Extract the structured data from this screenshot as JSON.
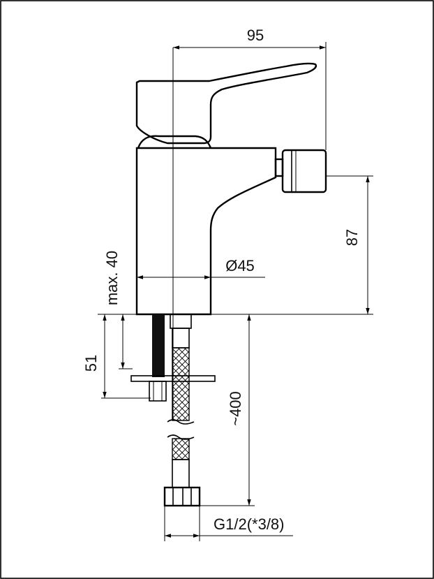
{
  "dimensions": {
    "width_total": "95",
    "outlet_height": "87",
    "body_diameter": "Ø45",
    "max_deck_thickness": "max. 40",
    "shank_length": "51",
    "hose_length": "~400",
    "thread_size": "G1/2(*3/8)"
  },
  "colors": {
    "line": "#000000",
    "background": "#ffffff"
  }
}
